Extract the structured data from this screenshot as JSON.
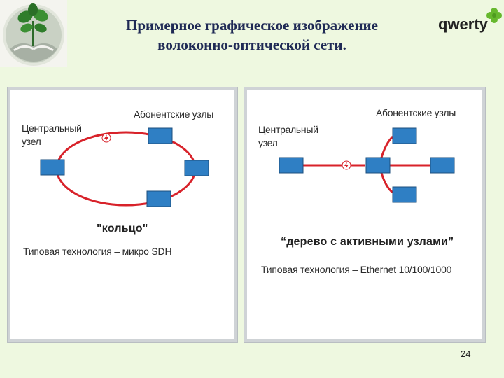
{
  "slide": {
    "title_line1": "Примерное графическое изображение",
    "title_line2": "волоконно-оптической сети.",
    "brand": "qwerty",
    "page_number": "24"
  },
  "ring_diagram": {
    "central_node_label_line1": "Центральный",
    "central_node_label_line2": "узел",
    "subscriber_nodes_label": "Абонентские узлы",
    "caption": "\"кольцо\"",
    "technology": "Типовая технология – микро SDH"
  },
  "tree_diagram": {
    "central_node_label_line1": "Центральный",
    "central_node_label_line2": "узел",
    "subscriber_nodes_label": "Абонентские узлы",
    "caption": "“дерево с активными узлами”",
    "technology": "Типовая технология – Ethernet 10/100/1000"
  },
  "colors": {
    "link": "#d8222a",
    "node_fill": "#2f7fc4",
    "node_border": "#1d4f7e",
    "title": "#1f2a55",
    "brand_leaf": "#66b82e"
  },
  "icons": {
    "fault_marker": "lightning-icon",
    "logo_left": "hands-plant-logo",
    "logo_right": "qwerty-clover-logo"
  }
}
